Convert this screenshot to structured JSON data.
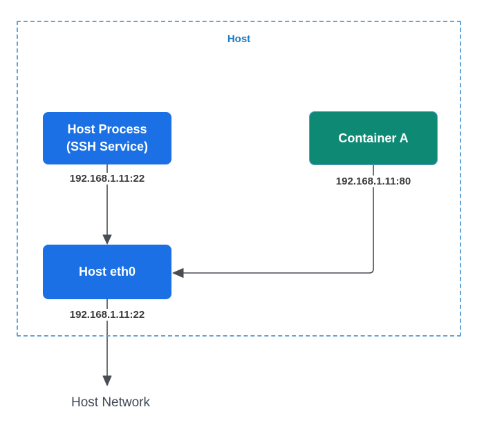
{
  "diagram": {
    "title": "Host",
    "nodes": [
      {
        "id": "host-process",
        "label": "Host Process",
        "label2": "(SSH Service)",
        "ip": "192.168.1.11:22",
        "color": "#1a70e4"
      },
      {
        "id": "container-a",
        "label": "Container A",
        "ip": "192.168.1.11:80",
        "color": "#0e8a74"
      },
      {
        "id": "host-eth0",
        "label": "Host eth0",
        "ip": "192.168.1.11:22",
        "color": "#1a70e4"
      }
    ],
    "edges": [
      {
        "from": "host-process",
        "to": "host-eth0",
        "direction": "down"
      },
      {
        "from": "container-a",
        "to": "host-eth0",
        "direction": "down-then-left"
      },
      {
        "from": "host-eth0",
        "to": "host-network",
        "direction": "down"
      }
    ],
    "external_label": "Host Network"
  },
  "colors": {
    "node-blue": "#1a70e4",
    "node-teal": "#0e8a74",
    "teal-border": "#5b9bd5",
    "dash-blue": "#64a3d8",
    "title-blue": "#1e79c0",
    "connector": "#484e54",
    "ip-text": "#3b3b3b",
    "ext-text": "#414a57",
    "canvas-bg": "#ffffff"
  }
}
